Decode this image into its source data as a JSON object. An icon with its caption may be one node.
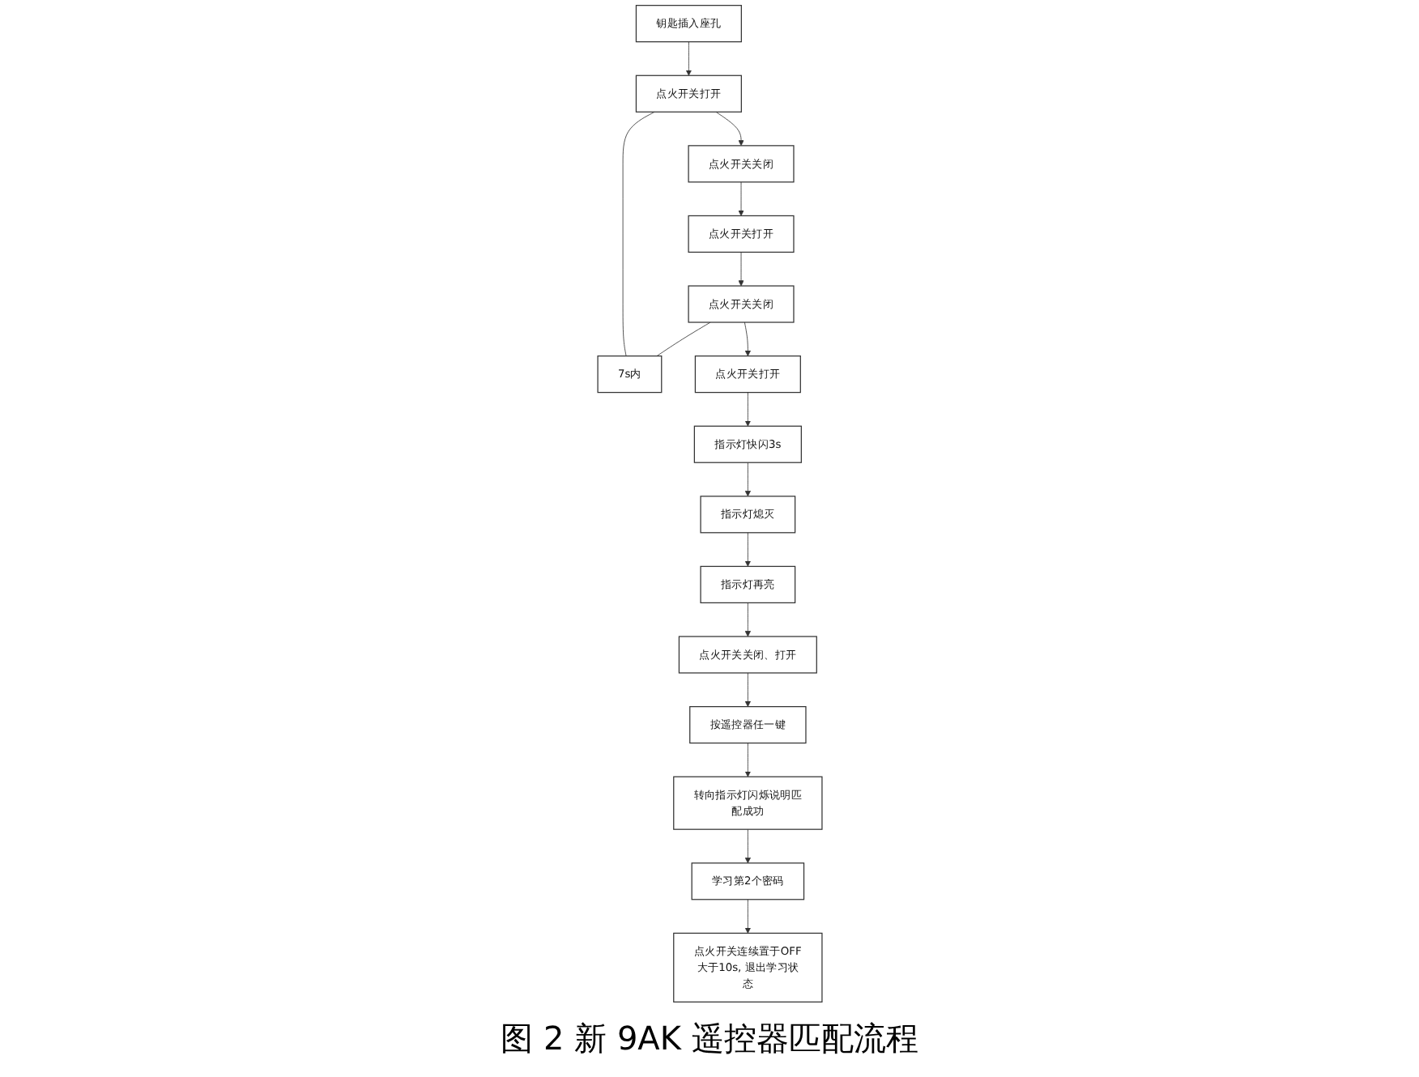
{
  "diagram": {
    "caption": "图 2 新 9AK 遥控器匹配流程",
    "nodes": [
      {
        "text": [
          "钥匙插入座孔"
        ]
      },
      {
        "text": [
          "点火开关打开"
        ]
      },
      {
        "text": [
          "点火开关关闭"
        ]
      },
      {
        "text": [
          "点火开关打开"
        ]
      },
      {
        "text": [
          "点火开关关闭"
        ]
      },
      {
        "text": [
          "7s内"
        ]
      },
      {
        "text": [
          "点火开关打开"
        ]
      },
      {
        "text": [
          "指示灯快闪3s"
        ]
      },
      {
        "text": [
          "指示灯熄灭"
        ]
      },
      {
        "text": [
          "指示灯再亮"
        ]
      },
      {
        "text": [
          "点火开关关闭、打开"
        ]
      },
      {
        "text": [
          "按遥控器任一键"
        ]
      },
      {
        "text": [
          "转向指示灯闪烁说明匹配成功"
        ]
      },
      {
        "text": [
          "学习第2个密码"
        ]
      },
      {
        "text": [
          "点火开关连续置于OFF大于10s, 退出学习状态"
        ]
      }
    ],
    "edges": [
      {
        "from": 0,
        "to": 1,
        "arrow": "to"
      },
      {
        "from": 1,
        "to": 2,
        "arrow": "to"
      },
      {
        "from": 2,
        "to": 3,
        "arrow": "to"
      },
      {
        "from": 3,
        "to": 4,
        "arrow": "to"
      },
      {
        "from": 1,
        "to": 5,
        "arrow": "none"
      },
      {
        "from": 4,
        "to": 5,
        "arrow": "none"
      },
      {
        "from": 4,
        "to": 6,
        "arrow": "to"
      },
      {
        "from": 6,
        "to": 7,
        "arrow": "to"
      },
      {
        "from": 7,
        "to": 8,
        "arrow": "to"
      },
      {
        "from": 8,
        "to": 9,
        "arrow": "to"
      },
      {
        "from": 9,
        "to": 10,
        "arrow": "to"
      },
      {
        "from": 10,
        "to": 11,
        "arrow": "to"
      },
      {
        "from": 11,
        "to": 12,
        "arrow": "to"
      },
      {
        "from": 12,
        "to": 13,
        "arrow": "to"
      },
      {
        "from": 13,
        "to": 14,
        "arrow": "to"
      }
    ]
  }
}
